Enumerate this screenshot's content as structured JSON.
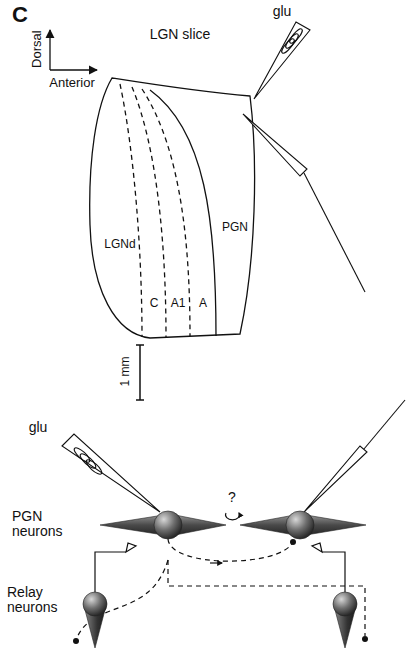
{
  "diagram": {
    "labels": [
      "C",
      "LGN slice",
      "Dorsal",
      "Anterior",
      "glu",
      "LGNd",
      "C",
      "A1",
      "A",
      "PGN",
      "1 mm",
      "glu",
      "PGN neurons",
      "?",
      "Relay neurons"
    ]
  }
}
